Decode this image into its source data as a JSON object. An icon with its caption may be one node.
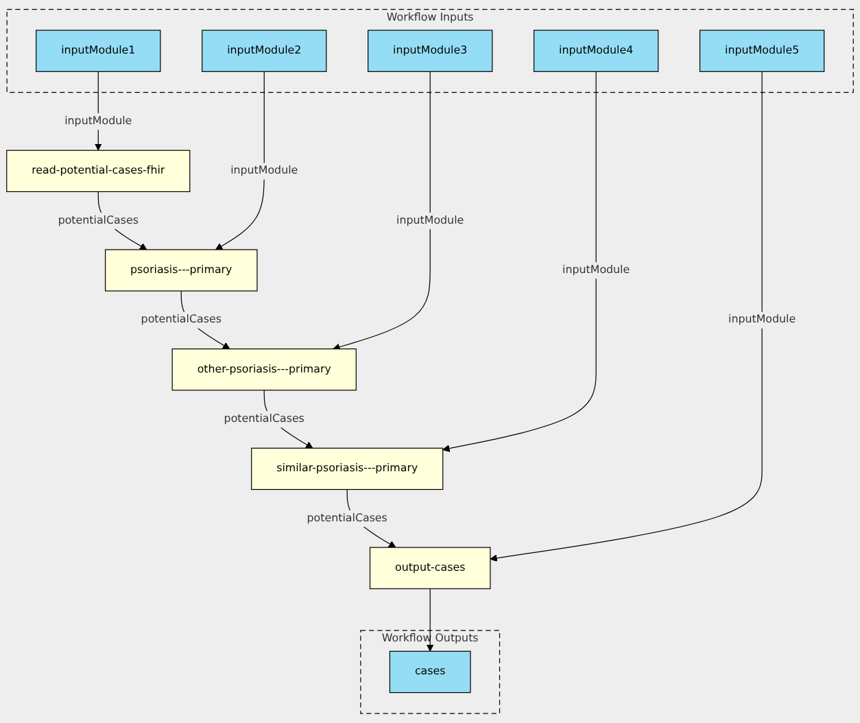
{
  "diagram": {
    "nodes": [
      {
        "text": [
          "Workflow Inputs"
        ]
      },
      {
        "text": [
          "inputModule5"
        ],
        "in": 0
      },
      {
        "text": [
          "inputModule4"
        ],
        "in": 0
      },
      {
        "text": [
          "inputModule1"
        ],
        "in": 0
      },
      {
        "text": [
          "inputModule2"
        ],
        "in": 0
      },
      {
        "text": [
          "inputModule3"
        ],
        "in": 0
      },
      {
        "text": [
          "read-potential-cases-fhir"
        ]
      },
      {
        "text": [
          "psoriasis---primary"
        ]
      },
      {
        "text": [
          "other-psoriasis---primary"
        ]
      },
      {
        "text": [
          "similar-psoriasis---primary"
        ]
      },
      {
        "text": [
          "output-cases"
        ]
      },
      {
        "text": [
          "Workflow Outputs"
        ]
      },
      {
        "text": [
          "cases"
        ],
        "in": 11
      }
    ],
    "edges": [
      {
        "from": 3,
        "to": 6,
        "arrow": "to",
        "label": "inputModule"
      },
      {
        "from": 6,
        "to": 7,
        "arrow": "to",
        "label": "potentialCases"
      },
      {
        "from": 4,
        "to": 7,
        "arrow": "to",
        "label": "inputModule"
      },
      {
        "from": 7,
        "to": 8,
        "arrow": "to",
        "label": "potentialCases"
      },
      {
        "from": 5,
        "to": 8,
        "arrow": "to",
        "label": "inputModule"
      },
      {
        "from": 8,
        "to": 9,
        "arrow": "to",
        "label": "potentialCases"
      },
      {
        "from": 2,
        "to": 9,
        "arrow": "to",
        "label": "inputModule"
      },
      {
        "from": 9,
        "to": 10,
        "arrow": "to",
        "label": "potentialCases"
      },
      {
        "from": 1,
        "to": 10,
        "arrow": "to",
        "label": "inputModule"
      },
      {
        "from": 10,
        "to": 12,
        "arrow": "to"
      }
    ]
  }
}
